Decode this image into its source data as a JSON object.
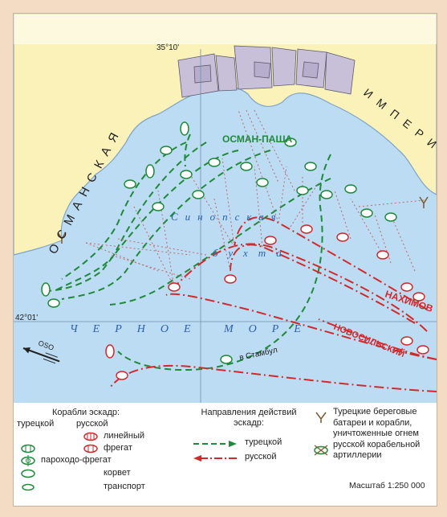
{
  "map": {
    "meridian_label": "35°10'",
    "parallel_label": "42°01'",
    "empire_word_1": "ОСМАНСКАЯ",
    "empire_word_2": "ИМПЕРИЯ",
    "bay_word_1": "Синопская",
    "bay_word_2": "бухта",
    "sea_word": "ЧЕРНОЕ МОРЕ",
    "turkish_commander": "ОСМАН-ПАША",
    "russian_commander_1": "НАХИМОВ",
    "russian_commander_2": "НОВОСИЛЬСКИЙ",
    "escape_label": "в Стамбул",
    "wind_label": "OSO",
    "colors": {
      "land": "#fbf2b9",
      "sea": "#bcdcf3",
      "city": "#c8bfd8",
      "turkish": "#1f8a3a",
      "russian": "#d2292c",
      "text_blue": "#2b5fb0"
    }
  },
  "legend": {
    "ships_title": "Корабли эскадр:",
    "col_turkish": "турецкой",
    "col_russian": "русской",
    "ship_types": [
      "линейный",
      "фрегат",
      "пароходо-фрегат",
      "корвет",
      "транспорт"
    ],
    "directions_title": "Направления действий эскадр:",
    "dir_turkish": "турецкой",
    "dir_russian": "русской",
    "destroyed_text": "Турецкие береговые батареи и корабли, уничтоженные огнем русской корабельной артиллерии",
    "scale_text": "Масштаб 1:250 000"
  }
}
